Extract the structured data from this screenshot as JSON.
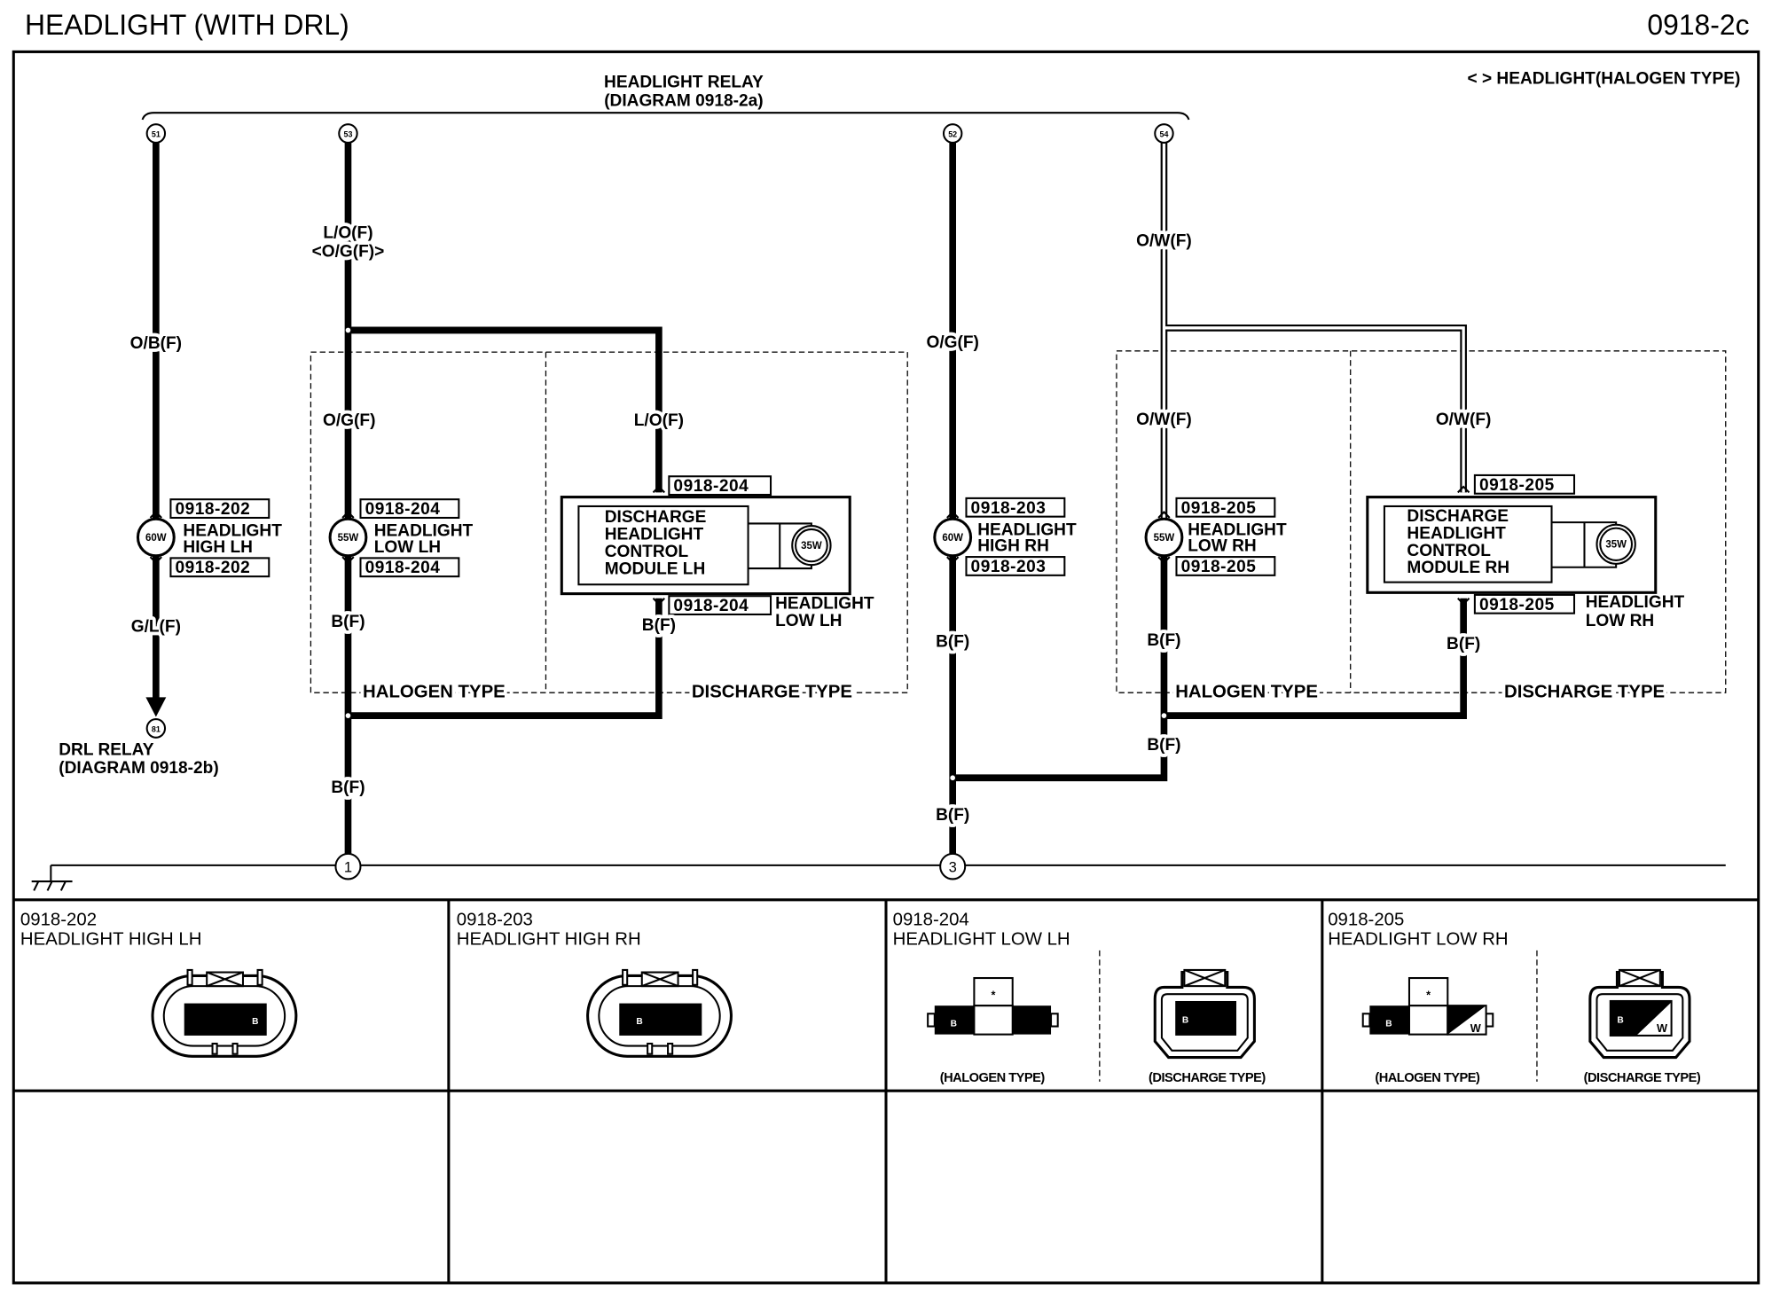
{
  "header": {
    "title": "HEADLIGHT (WITH DRL)",
    "page_code": "0918-2c"
  },
  "note": "< > HEADLIGHT(HALOGEN TYPE)",
  "headlight_relay": {
    "title": "HEADLIGHT RELAY",
    "ref": "(DIAGRAM 0918-2a)"
  },
  "drl_relay": {
    "title": "DRL RELAY",
    "ref": "(DIAGRAM 0918-2b)"
  },
  "terminals": {
    "t51": "51",
    "t53": "53",
    "t52": "52",
    "t54": "54",
    "t81": "81"
  },
  "grounds": {
    "g1": "1",
    "g3": "3"
  },
  "wire_labels": {
    "ob": "O/B(F)",
    "gl": "G/L(F)",
    "lo_main": "L/O(F)",
    "og_alt": "<O/G(F)>",
    "og_lh_halogen": "O/G(F)",
    "lo_lh_discharge": "L/O(F)",
    "b_lh_halogen": "B(F)",
    "b_lh_discharge": "B(F)",
    "b_lh_ground": "B(F)",
    "og_rh": "O/G(F)",
    "b_high_rh": "B(F)",
    "b_rh_ground": "B(F)",
    "ow_main": "O/W(F)",
    "ow_rh_halogen": "O/W(F)",
    "ow_rh_discharge": "O/W(F)",
    "b_rh_halogen": "B(F)",
    "b_rh_discharge": "B(F)",
    "b_rh_junction": "B(F)"
  },
  "lamps": {
    "high_lh": {
      "watt": "60W",
      "ref_top": "0918-202",
      "ref_bottom": "0918-202",
      "line1": "HEADLIGHT",
      "line2": "HIGH LH"
    },
    "low_lh": {
      "watt": "55W",
      "ref_top": "0918-204",
      "ref_bottom": "0918-204",
      "line1": "HEADLIGHT",
      "line2": "LOW LH"
    },
    "high_rh": {
      "watt": "60W",
      "ref_top": "0918-203",
      "ref_bottom": "0918-203",
      "line1": "HEADLIGHT",
      "line2": "HIGH RH"
    },
    "low_rh": {
      "watt": "55W",
      "ref_top": "0918-205",
      "ref_bottom": "0918-205",
      "line1": "HEADLIGHT",
      "line2": "LOW RH"
    }
  },
  "discharge": {
    "lh": {
      "lines": [
        "DISCHARGE",
        "HEADLIGHT",
        "CONTROL",
        "MODULE LH"
      ],
      "watt": "35W",
      "ref_top": "0918-204",
      "ref_bottom": "0918-204",
      "name1": "HEADLIGHT",
      "name2": "LOW LH"
    },
    "rh": {
      "lines": [
        "DISCHARGE",
        "HEADLIGHT",
        "CONTROL",
        "MODULE RH"
      ],
      "watt": "35W",
      "ref_top": "0918-205",
      "ref_bottom": "0918-205",
      "name1": "HEADLIGHT",
      "name2": "LOW RH"
    }
  },
  "sections": {
    "lh": {
      "halogen_label": "HALOGEN TYPE",
      "discharge_label": "DISCHARGE TYPE"
    },
    "rh": {
      "halogen_label": "HALOGEN TYPE",
      "discharge_label": "DISCHARGE TYPE"
    }
  },
  "connectors": [
    {
      "code": "0918-202",
      "name": "HEADLIGHT HIGH LH",
      "pin_label": "B"
    },
    {
      "code": "0918-203",
      "name": "HEADLIGHT HIGH RH",
      "pin_label": "B"
    },
    {
      "code": "0918-204",
      "name": "HEADLIGHT LOW LH",
      "halogen": {
        "caption": "(HALOGEN TYPE)",
        "mark": "*",
        "pins": [
          "B"
        ]
      },
      "discharge": {
        "caption": "(DISCHARGE TYPE)",
        "pins": [
          "B"
        ]
      }
    },
    {
      "code": "0918-205",
      "name": "HEADLIGHT LOW RH",
      "halogen": {
        "caption": "(HALOGEN TYPE)",
        "mark": "*",
        "pins": [
          "B",
          "W"
        ]
      },
      "discharge": {
        "caption": "(DISCHARGE TYPE)",
        "pins": [
          "B",
          "W"
        ]
      }
    }
  ]
}
